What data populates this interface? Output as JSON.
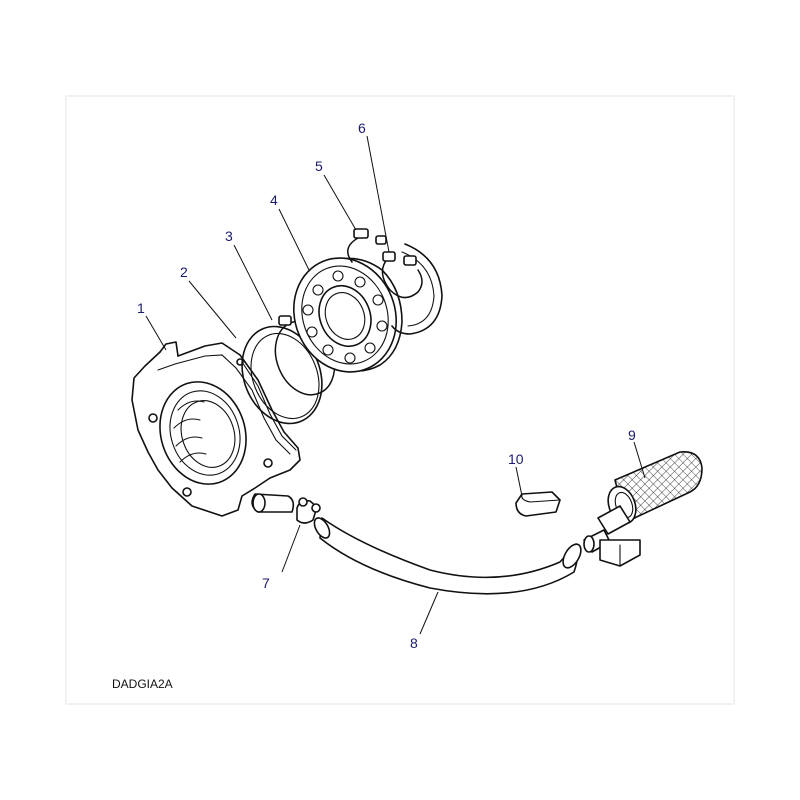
{
  "diagram": {
    "reference_code": "DADGIA2A",
    "callouts": [
      {
        "id": "1",
        "label": "1"
      },
      {
        "id": "2",
        "label": "2"
      },
      {
        "id": "3",
        "label": "3"
      },
      {
        "id": "4",
        "label": "4"
      },
      {
        "id": "5",
        "label": "5"
      },
      {
        "id": "6",
        "label": "6"
      },
      {
        "id": "7",
        "label": "7"
      },
      {
        "id": "8",
        "label": "8"
      },
      {
        "id": "9",
        "label": "9"
      },
      {
        "id": "10",
        "label": "10"
      }
    ]
  },
  "colors": {
    "callout_text": "#1a1a6e",
    "line": "#111111",
    "background": "#ffffff"
  }
}
